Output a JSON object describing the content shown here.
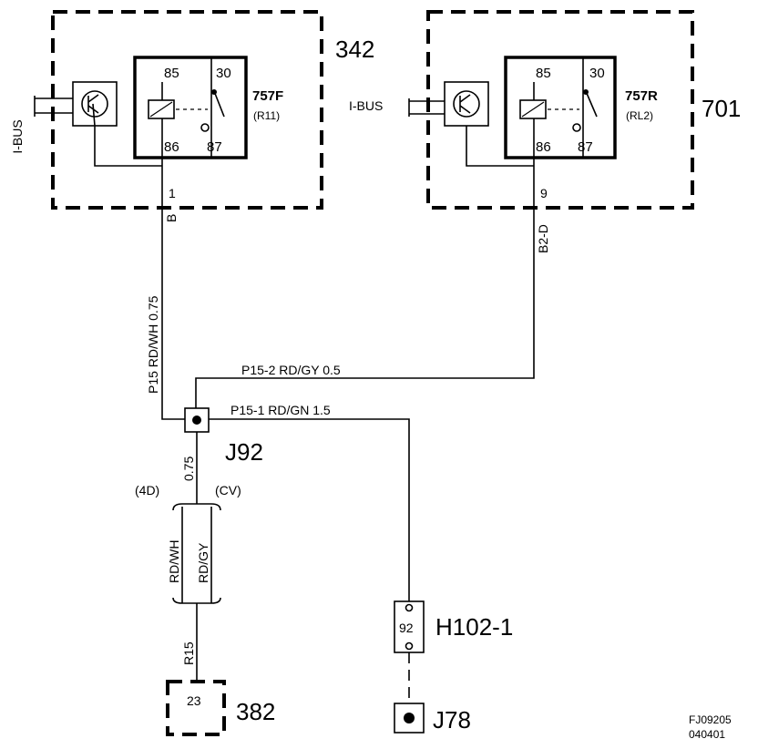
{
  "modules": {
    "m342": {
      "number": "342",
      "relay": "757F",
      "relay_sub": "(R11)",
      "pin_85": "85",
      "pin_30": "30",
      "pin_86": "86",
      "pin_87": "87",
      "connector_pin": "1",
      "connector_code": "B",
      "bus": "I-BUS"
    },
    "m701": {
      "number": "701",
      "relay": "757R",
      "relay_sub": "(RL2)",
      "pin_85": "85",
      "pin_30": "30",
      "pin_86": "86",
      "pin_87": "87",
      "connector_pin": "9",
      "connector_code": "B2-D",
      "bus": "I-BUS"
    }
  },
  "wires": {
    "left_vertical": "P15  RD/WH  0.75",
    "p15_2": "P15-2  RD/GY  0.5",
    "p15_1": "P15-1  RD/GN  1.5",
    "below_j92": "0.75",
    "variant_4d": "(4D)",
    "variant_cv": "(CV)",
    "color_4d": "RD/WH",
    "color_cv": "RD/GY",
    "r15": "R15"
  },
  "components": {
    "j92": "J92",
    "h102": "H102-1",
    "h102_pin": "92",
    "c382": "382",
    "c382_pin": "23",
    "j78": "J78"
  },
  "footer": {
    "code": "FJ09205",
    "date": "040401"
  }
}
